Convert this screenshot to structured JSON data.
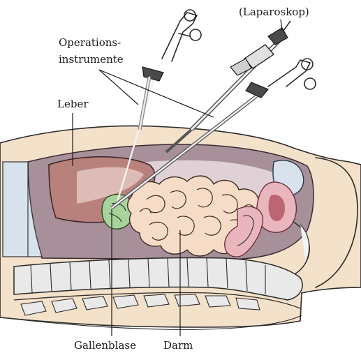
{
  "labels": {
    "laparoscope": "(Laparoskop)",
    "instruments_line1": "Operations-",
    "instruments_line2": "instrumente",
    "liver": "Leber",
    "gallbladder": "Gallenblase",
    "intestine": "Darm"
  },
  "colors": {
    "skin": "#f4e1c9",
    "cavity": "#a8909a",
    "cavity_light": "#e9dde0",
    "liver": "#b9817c",
    "liver_light": "#e6c9c4",
    "intestine": "#f6dcc6",
    "gallbladder": "#a8d49a",
    "spine": "#e9e9e9",
    "kidney_blue": "#d8e2ec",
    "uterus": "#e8b6bc",
    "uterus_dark": "#b04a5c"
  }
}
